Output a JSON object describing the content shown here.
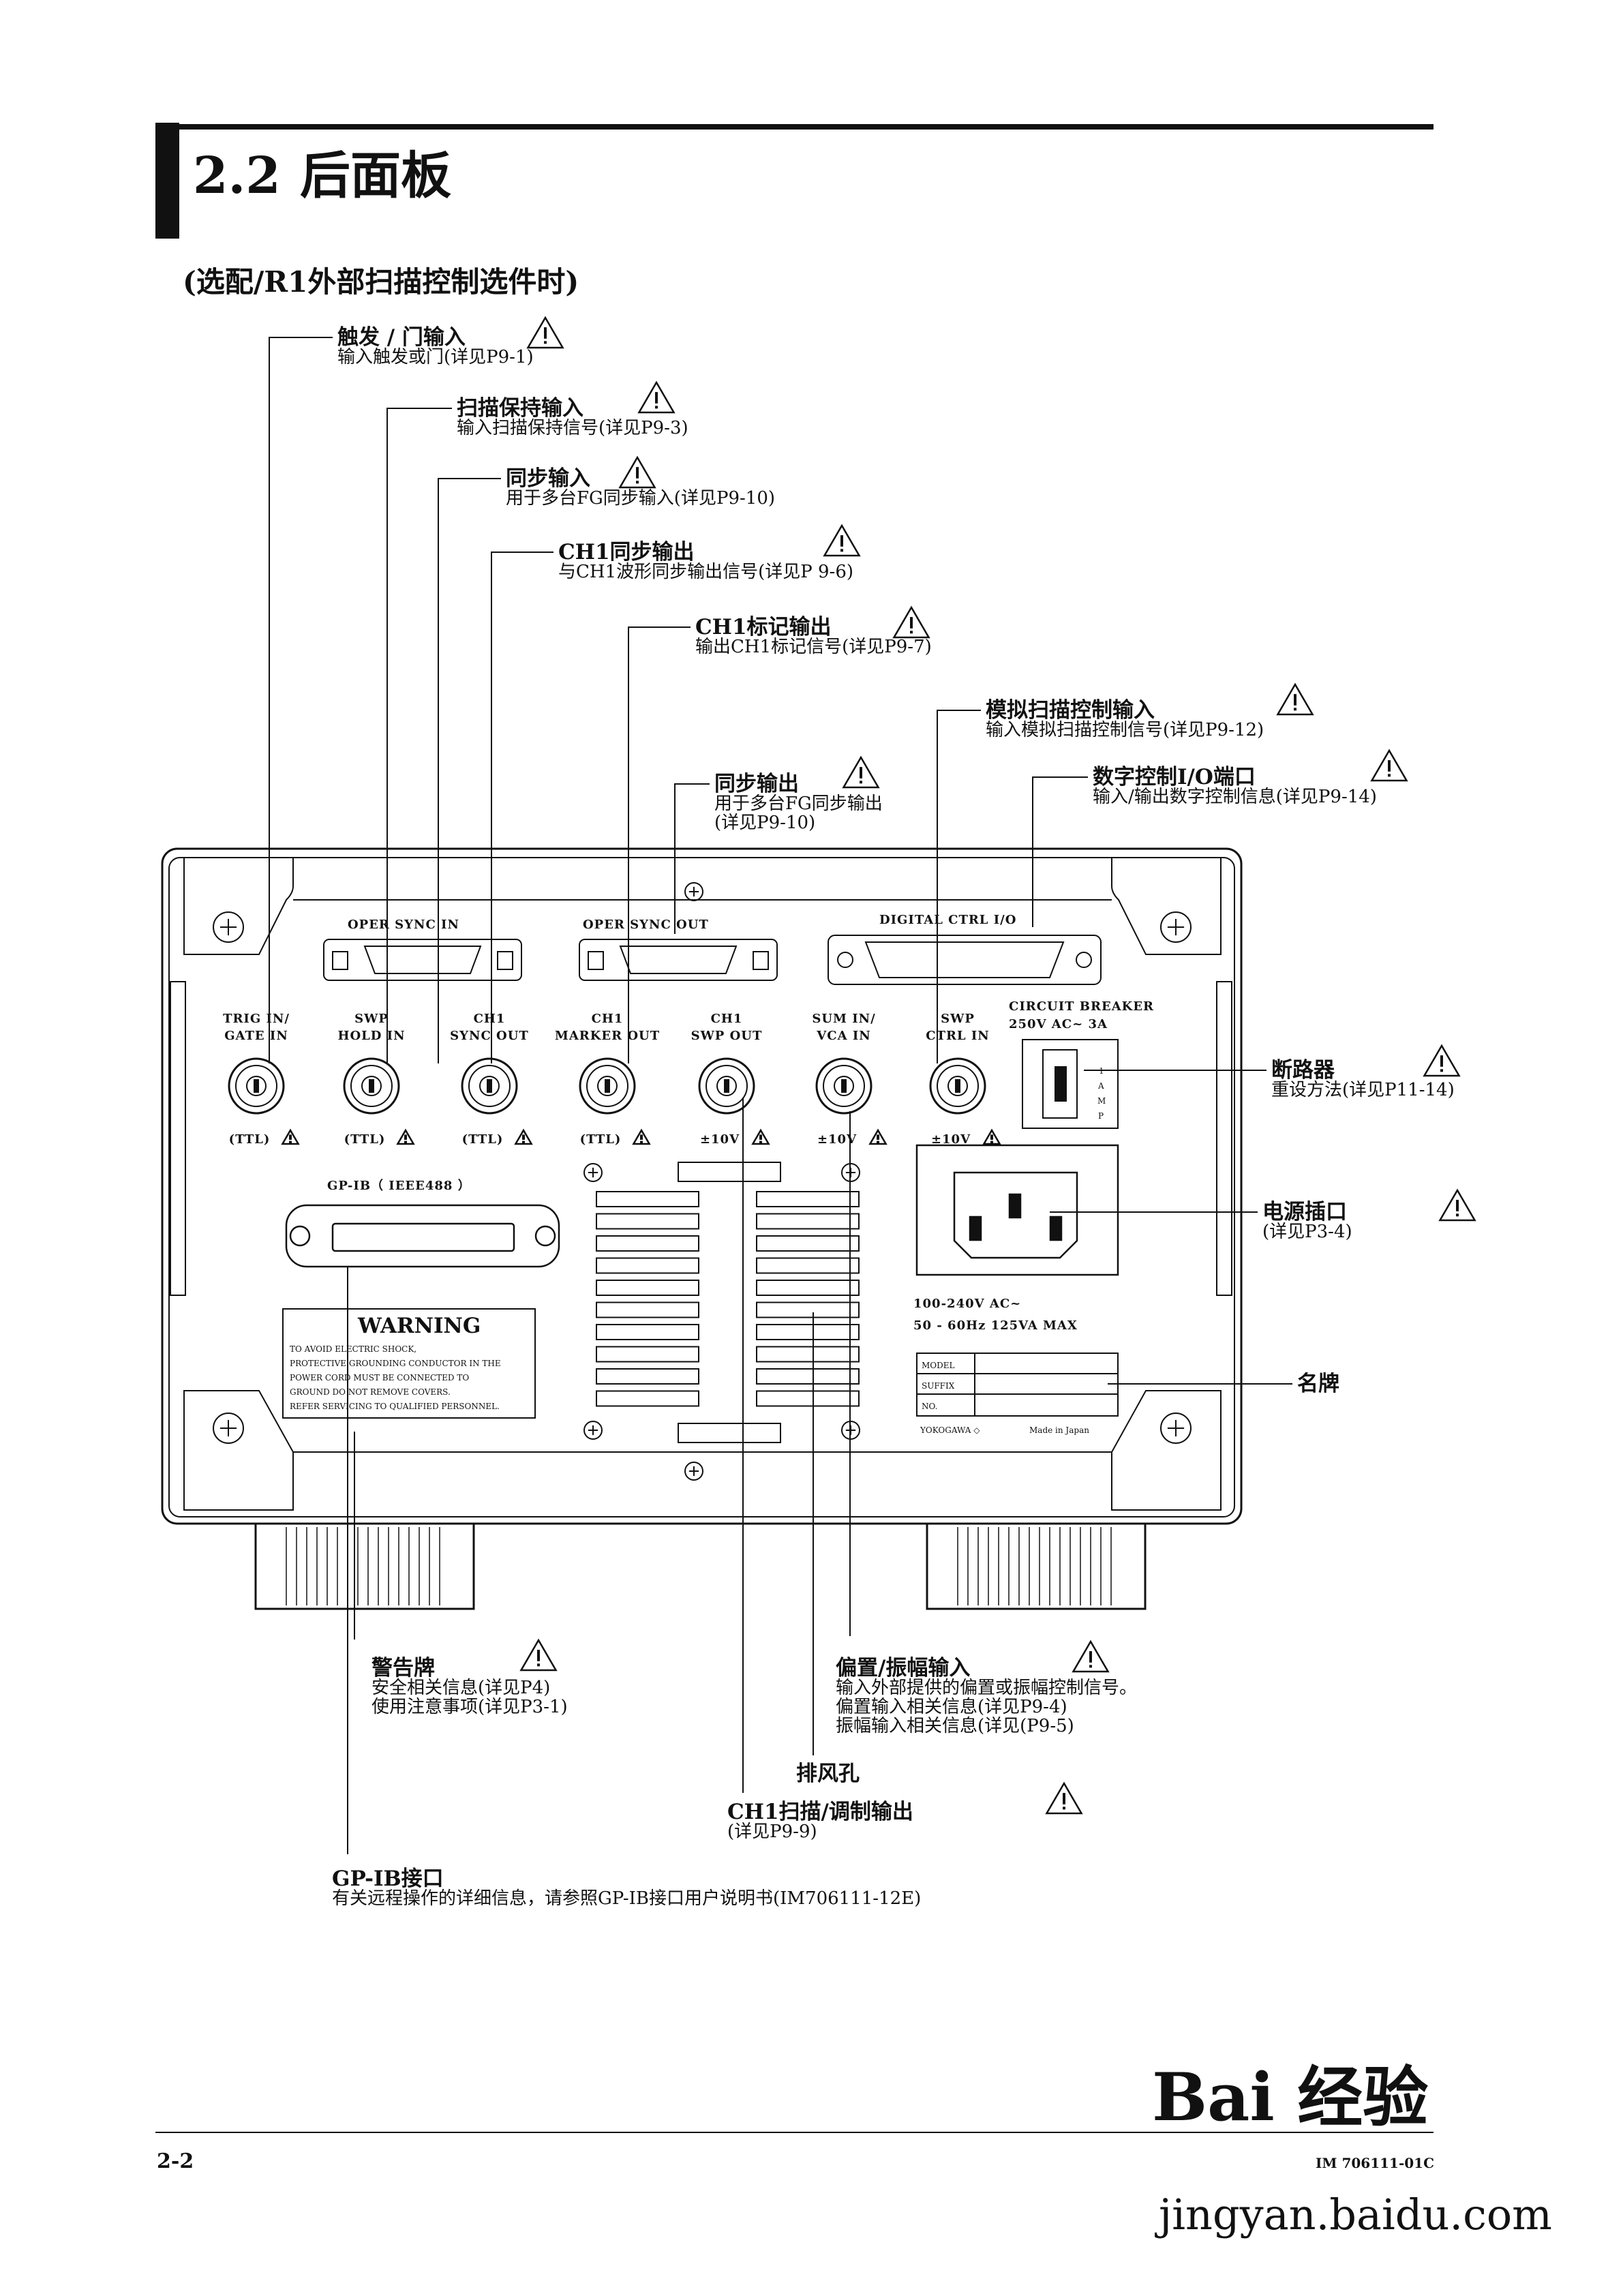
{
  "page": {
    "section_number": "2.2",
    "section_title": "后面板",
    "subtitle": "(选配/R1外部扫描控制选件时)",
    "page_number": "2-2",
    "doc_id": "IM 706111-01C"
  },
  "callouts": [
    {
      "title": "触发 / 门输入",
      "desc": [
        "输入触发或门(详见P9-1)"
      ],
      "warning": true
    },
    {
      "title": "扫描保持输入",
      "desc": [
        "输入扫描保持信号(详见P9-3)"
      ],
      "warning": true
    },
    {
      "title": "同步输入",
      "desc": [
        "用于多台FG同步输入(详见P9-10)"
      ],
      "warning": true
    },
    {
      "title": "CH1同步输出",
      "desc": [
        "与CH1波形同步输出信号(详见P 9-6)"
      ],
      "warning": true
    },
    {
      "title": "CH1标记输出",
      "desc": [
        "输出CH1标记信号(详见P9-7)"
      ],
      "warning": true
    },
    {
      "title": "模拟扫描控制输入",
      "desc": [
        "输入模拟扫描控制信号(详见P9-12)"
      ],
      "warning": true
    },
    {
      "title": "数字控制I/O端口",
      "desc": [
        "输入/输出数字控制信息(详见P9-14)"
      ],
      "warning": true
    },
    {
      "title": "同步输出",
      "desc": [
        "用于多台FG同步输出",
        "(详见P9-10)"
      ],
      "warning": true
    },
    {
      "title": "断路器",
      "desc": [
        "重设方法(详见P11-14)"
      ],
      "warning": true
    },
    {
      "title": "电源插口",
      "desc": [
        "(详见P3-4)"
      ],
      "warning": true
    },
    {
      "title": "名牌",
      "desc": [],
      "warning": false
    },
    {
      "title": "警告牌",
      "desc": [
        "安全相关信息(详见P4)",
        "使用注意事项(详见P3-1)"
      ],
      "warning": true
    },
    {
      "title": "偏置/振幅输入",
      "desc": [
        "输入外部提供的偏置或振幅控制信号。",
        "偏置输入相关信息(详见P9-4)",
        "振幅输入相关信息(详见(P9-5)"
      ],
      "warning": true
    },
    {
      "title": "排风孔",
      "desc": [],
      "warning": false
    },
    {
      "title": "CH1扫描/调制输出",
      "desc": [
        "(详见P9-9)"
      ],
      "warning": true
    },
    {
      "title": "GP-IB接口",
      "desc": [
        "有关远程操作的详细信息，请参照GP-IB接口用户说明书(IM706111-12E)"
      ],
      "warning": false
    }
  ],
  "panel": {
    "oper_sync_in": "OPER   SYNC   IN",
    "oper_sync_out": "OPER   SYNC   OUT",
    "digital_ctrl": "DIGITAL   CTRL   I/O",
    "breaker_title": "CIRCUIT    BREAKER",
    "breaker_rating": "250V    AC~  3A",
    "breaker_amp": [
      "1",
      "A",
      "M",
      "P"
    ],
    "connectors": [
      {
        "label": [
          "TRIG IN/",
          "GATE IN"
        ],
        "level": "(TTL)"
      },
      {
        "label": [
          "SWP",
          "HOLD IN"
        ],
        "level": "(TTL)"
      },
      {
        "label": [
          "CH1",
          "SYNC   OUT"
        ],
        "level": "(TTL)"
      },
      {
        "label": [
          "CH1",
          "MARKER   OUT"
        ],
        "level": "(TTL)"
      },
      {
        "label": [
          "CH1",
          "SWP    OUT"
        ],
        "level": "±10V"
      },
      {
        "label": [
          "SUM    IN/",
          "VCA     IN"
        ],
        "level": "±10V"
      },
      {
        "label": [
          "SWP",
          "CTRL   IN"
        ],
        "level": "±10V"
      }
    ],
    "gpib_label": "GP-IB（ IEEE488    ）",
    "warning_title": "WARNING",
    "warning_lines": [
      "TO AVOID ELECTRIC SHOCK,",
      "PROTECTIVE  GROUNDING  CONDUCTOR  IN  THE",
      "POWER   CORD   MUST   BE   CONNECTED   TO",
      "GROUND DO  NOT  REMOVE  COVERS.",
      "REFER  SERVICING  TO  QUALIFIED  PERSONNEL."
    ],
    "power_spec": [
      "100-240V    AC~",
      "50 - 60Hz    125VA    MAX"
    ],
    "nameplate_rows": [
      "MODEL",
      "SUFFIX",
      "NO."
    ],
    "brand": "YOKOGAWA ◇",
    "made_in": "Made  in  Japan"
  },
  "watermark": {
    "logo": "Bai 经验",
    "url": "jingyan.baidu.com"
  }
}
